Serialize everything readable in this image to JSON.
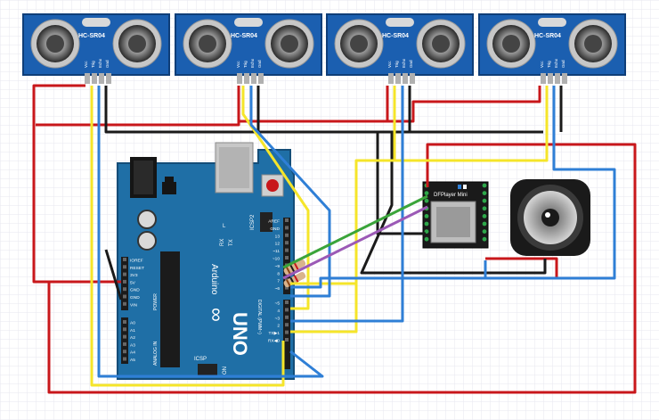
{
  "sensors": [
    {
      "model": "HC-SR04",
      "pins": [
        "Vcc",
        "Trig",
        "Echo",
        "Gnd"
      ]
    },
    {
      "model": "HC-SR04",
      "pins": [
        "Vcc",
        "Trig",
        "Echo",
        "Gnd"
      ]
    },
    {
      "model": "HC-SR04",
      "pins": [
        "Vcc",
        "Trig",
        "Echo",
        "Gnd"
      ]
    },
    {
      "model": "HC-SR04",
      "pins": [
        "Vcc",
        "Trig",
        "Echo",
        "Gnd"
      ]
    }
  ],
  "arduino": {
    "brand": "Arduino",
    "model": "UNO",
    "icsp_label": "ICSP",
    "icsp2_label": "ICSP2",
    "tx_label": "TX",
    "rx_label": "RX",
    "l_label": "L",
    "on_label": "ON",
    "power_label": "POWER",
    "analog_label": "ANALOG IN",
    "digital_label": "DIGITAL (PWM~)",
    "power_pins": [
      "IOREF",
      "RESET",
      "3V3",
      "5V",
      "GND",
      "GND",
      "VIN"
    ],
    "analog_pins": [
      "A0",
      "A1",
      "A2",
      "A3",
      "A4",
      "A5"
    ],
    "digital_pins": [
      "AREF",
      "GND",
      "13",
      "12",
      "~11",
      "~10",
      "~9",
      "8",
      "7",
      "~6",
      "~5",
      "4",
      "~3",
      "2",
      "TX▶1",
      "RX◀0"
    ]
  },
  "dfplayer": {
    "label": "DFPlayer Mini"
  },
  "colors": {
    "red": "#c8171b",
    "black": "#1a1a1a",
    "yellow": "#f5e52a",
    "blue": "#2f7fd6",
    "green": "#3aa43a",
    "purple": "#9b59b6",
    "board": "#1f6fa6",
    "sensor": "#1b5fb0"
  }
}
